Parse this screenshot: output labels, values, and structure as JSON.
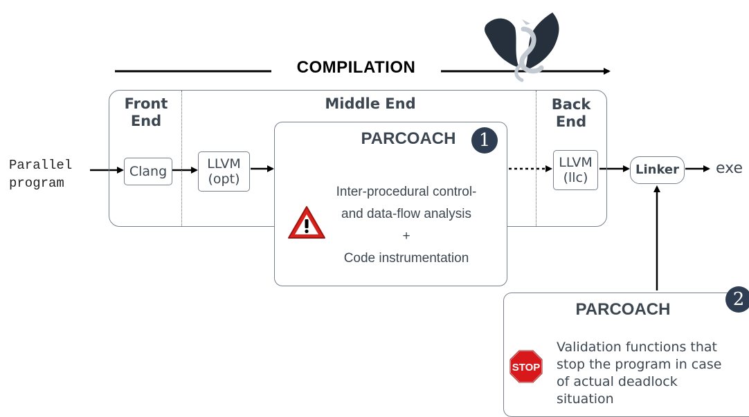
{
  "title": "COMPILATION",
  "stages": {
    "front": {
      "line1": "Front",
      "line2": "End"
    },
    "middle": "Middle End",
    "back": {
      "line1": "Back",
      "line2": "End"
    }
  },
  "input": {
    "line1": "Parallel",
    "line2": "program"
  },
  "nodes": {
    "clang": "Clang",
    "llvm_opt": {
      "line1": "LLVM",
      "line2": "(opt)"
    },
    "llvm_llc": {
      "line1": "LLVM",
      "line2": "(llc)"
    },
    "linker": "Linker",
    "output": "exe"
  },
  "parcoach_static": {
    "title": "PARCOACH",
    "badge": "1",
    "line1": "Inter-procedural control-",
    "line2": "and data-flow analysis",
    "line3": "+",
    "line4": "Code instrumentation",
    "icon": "warning-triangle-icon"
  },
  "parcoach_dynamic": {
    "title": "PARCOACH",
    "badge": "2",
    "line1": "Validation functions that",
    "line2": "stop the program in case",
    "line3": "of actual deadlock",
    "line4": "situation",
    "stop_sign": "STOP",
    "icon": "stop-sign-icon"
  },
  "logo": "llvm-dragon-logo",
  "colors": {
    "box_border": "#77808a",
    "text": "#3b4651",
    "badge": "#2f3d52",
    "warning": "#d9201a",
    "stop": "#d7191c"
  }
}
